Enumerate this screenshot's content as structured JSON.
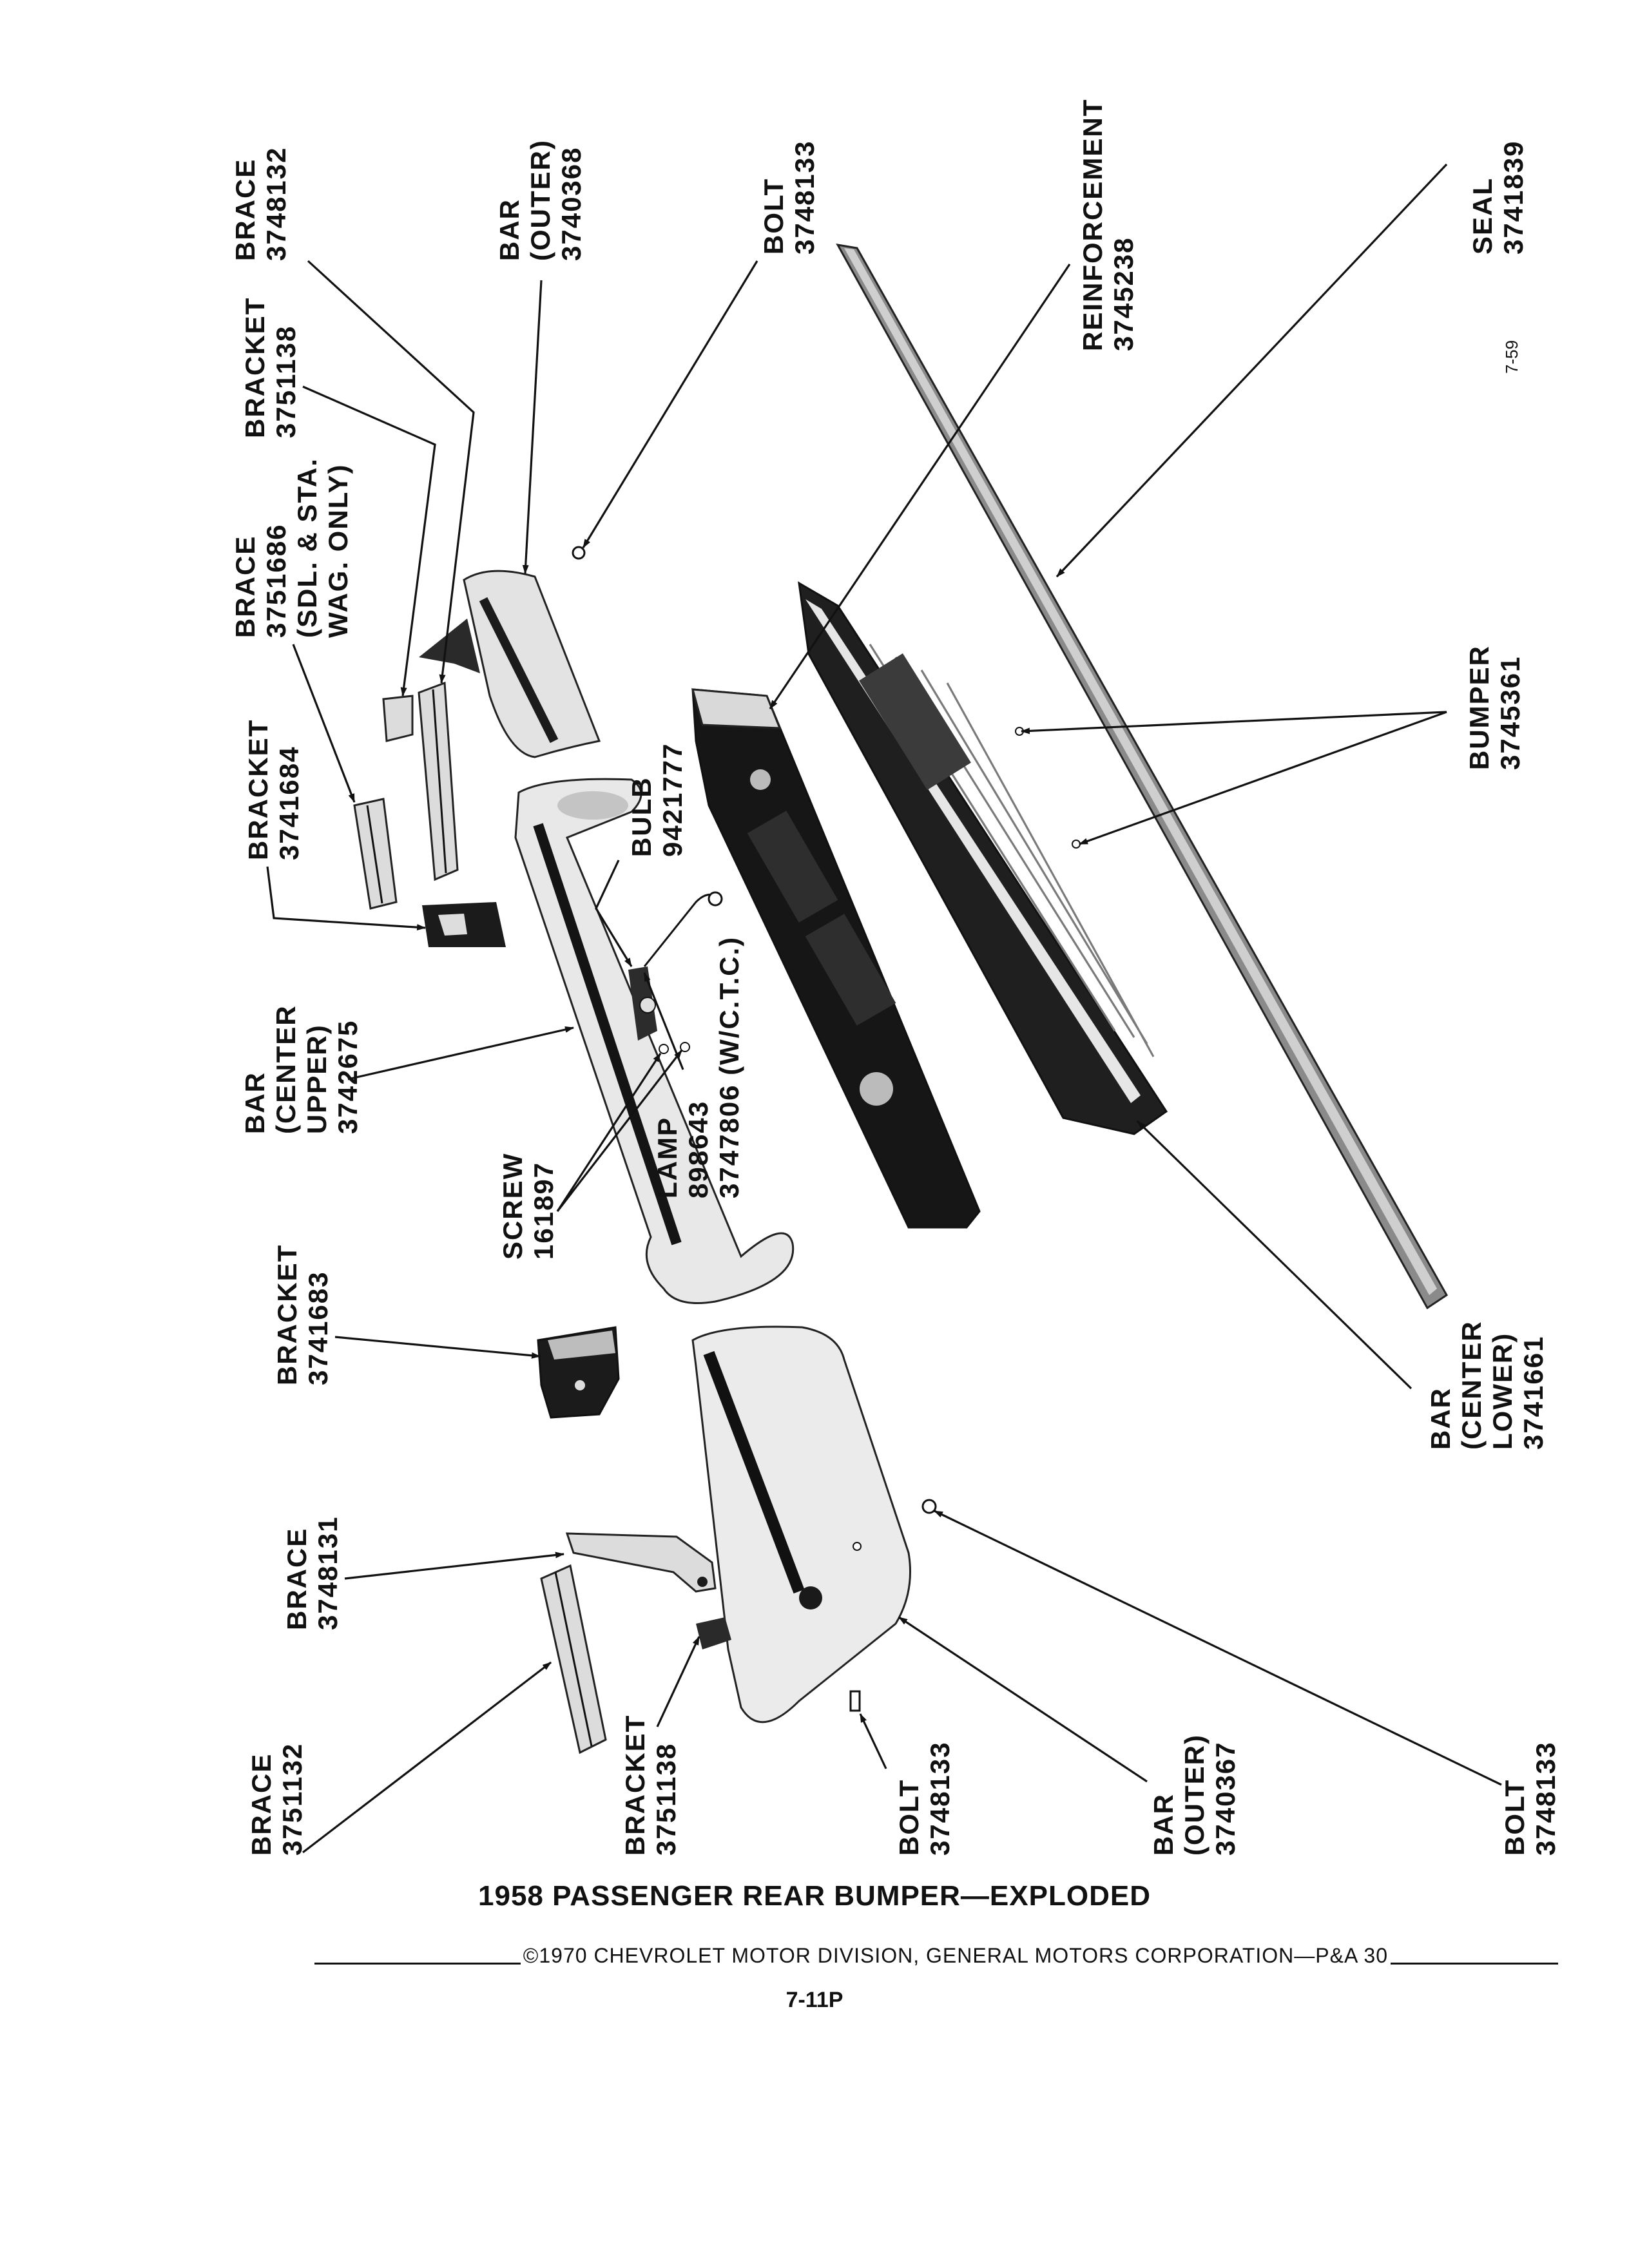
{
  "figure": {
    "title": "1958 PASSENGER REAR BUMPER—EXPLODED",
    "copyright": "©1970 CHEVROLET MOTOR DIVISION, GENERAL MOTORS CORPORATION—P&A 30",
    "page_number": "7-11P",
    "date_code": "7-59"
  },
  "callouts": {
    "brace_3748132": {
      "line1": "BRACE",
      "line2": "3748132"
    },
    "bracket_3751138_top": {
      "line1": "BRACKET",
      "line2": "3751138"
    },
    "bar_outer_3740368": {
      "line1": "BAR",
      "line2": "(OUTER)",
      "line3": "3740368"
    },
    "bolt_3748133_top": {
      "line1": "BOLT",
      "line2": "3748133"
    },
    "reinforcement": {
      "line1": "REINFORCEMENT",
      "line2": "3745238"
    },
    "seal": {
      "line1": "SEAL",
      "line2": "3741839"
    },
    "brace_3751686": {
      "line1": "BRACE",
      "line2": "3751686",
      "line3": "(SDL. & STA.",
      "line4": "WAG. ONLY)"
    },
    "bracket_3741684": {
      "line1": "BRACKET",
      "line2": "3741684"
    },
    "bulb": {
      "line1": "BULB",
      "line2": "9421777"
    },
    "bumper": {
      "line1": "BUMPER",
      "line2": "3745361"
    },
    "bar_center_upper": {
      "line1": "BAR",
      "line2": "(CENTER",
      "line3": "UPPER)",
      "line4": "3742675"
    },
    "lamp": {
      "line1": "LAMP",
      "line2": "898643",
      "line3": "3747806 (W/C.T.C.)"
    },
    "screw": {
      "line1": "SCREW",
      "line2": "161897"
    },
    "bracket_3741683": {
      "line1": "BRACKET",
      "line2": "3741683"
    },
    "bar_center_lower": {
      "line1": "BAR",
      "line2": "(CENTER",
      "line3": "LOWER)",
      "line4": "3741661"
    },
    "brace_3748131": {
      "line1": "BRACE",
      "line2": "3748131"
    },
    "brace_3751132": {
      "line1": "BRACE",
      "line2": "3751132"
    },
    "bracket_3751138_bottom": {
      "line1": "BRACKET",
      "line2": "3751138"
    },
    "bolt_3748133_mid": {
      "line1": "BOLT",
      "line2": "3748133"
    },
    "bar_outer_3740367": {
      "line1": "BAR",
      "line2": "(OUTER)",
      "line3": "3740367"
    },
    "bolt_3748133_right": {
      "line1": "BOLT",
      "line2": "3748133"
    }
  }
}
